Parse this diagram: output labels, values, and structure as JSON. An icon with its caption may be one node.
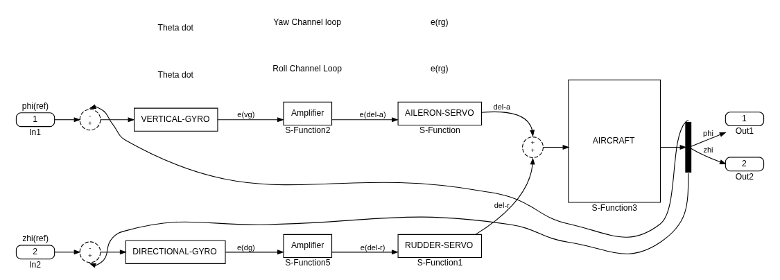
{
  "diagram": {
    "nodes": [
      {
        "text": [
          "1"
        ],
        "beside": [
          "phi(ref)",
          "In1"
        ]
      },
      {
        "text": [
          "-",
          "+"
        ]
      },
      {
        "text": [
          "VERTICAL-GYRO"
        ]
      },
      {
        "text": [
          "Amplifier"
        ],
        "beside": [
          "S-Function2"
        ]
      },
      {
        "text": [
          "AILERON-SERVO"
        ],
        "beside": [
          "S-Function"
        ]
      },
      {
        "text": [
          "+",
          "+"
        ]
      },
      {
        "text": [
          "AIRCRAFT"
        ],
        "beside": [
          "S-Function3"
        ]
      },
      {
        "text": [],
        "shape": "bar"
      },
      {
        "text": [
          "1"
        ],
        "beside": [
          "Out1"
        ]
      },
      {
        "text": [
          "2"
        ],
        "beside": [
          "Out2"
        ]
      },
      {
        "text": [
          "2"
        ],
        "beside": [
          "zhi(ref)",
          "In2"
        ]
      },
      {
        "text": [
          "-",
          "+"
        ]
      },
      {
        "text": [
          "DIRECTIONAL-GYRO"
        ]
      },
      {
        "text": [
          "Amplifier"
        ],
        "beside": [
          "S-Function5"
        ]
      },
      {
        "text": [
          "RUDDER-SERVO"
        ],
        "beside": [
          "S-Function1"
        ]
      }
    ],
    "edges": [
      {
        "from": 0,
        "to": 1,
        "arrow": "to"
      },
      {
        "from": 7,
        "to": 1,
        "arrow": "to"
      },
      {
        "from": 1,
        "to": 2,
        "arrow": "to"
      },
      {
        "from": 2,
        "to": 3,
        "arrow": "to",
        "label": "e(vg)"
      },
      {
        "from": 3,
        "to": 4,
        "arrow": "to",
        "label": "e(del-a)"
      },
      {
        "from": 4,
        "to": 5,
        "arrow": "to",
        "label": "del-a"
      },
      {
        "from": 5,
        "to": 6,
        "arrow": "to"
      },
      {
        "from": 6,
        "to": 7,
        "arrow": "to"
      },
      {
        "from": 7,
        "to": 8,
        "arrow": "to",
        "label": "phi"
      },
      {
        "from": 7,
        "to": 9,
        "arrow": "to",
        "label": "zhi"
      },
      {
        "from": 10,
        "to": 11,
        "arrow": "to"
      },
      {
        "from": 11,
        "to": 12,
        "arrow": "to"
      },
      {
        "from": 12,
        "to": 13,
        "arrow": "to",
        "label": "e(dg)"
      },
      {
        "from": 13,
        "to": 14,
        "arrow": "to",
        "label": "e(del-r)"
      },
      {
        "from": 14,
        "to": 5,
        "arrow": "to",
        "label": "del-r"
      },
      {
        "from": 7,
        "to": 11,
        "arrow": "to"
      }
    ],
    "labels": [
      "Roll Channel Loop",
      "Theta dot",
      "e(rg)",
      "e(rg)",
      "Theta dot",
      "Yaw Channel loop"
    ]
  }
}
